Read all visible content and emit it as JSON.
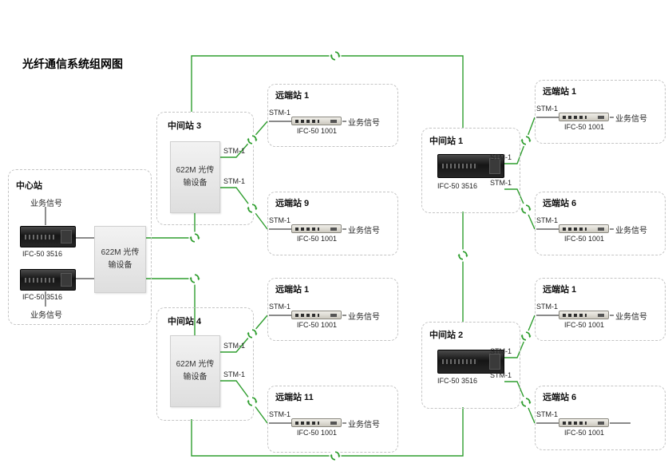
{
  "title": "光纤通信系统组网图",
  "colors": {
    "line_green": "#2f9e2f",
    "dash_border": "#c4c4c4"
  },
  "center": {
    "label": "中心站",
    "signal_top": "业务信号",
    "signal_bottom": "业务信号",
    "device1": "IFC-50 3516",
    "device2": "IFC-50 3516",
    "equipment": "622M 光传输设备"
  },
  "hubs": {
    "h3": {
      "label": "中间站 3",
      "equipment": "622M 光传输设备",
      "stm_top": "STM-1",
      "stm_bottom": "STM-1"
    },
    "h4": {
      "label": "中间站 4",
      "equipment": "622M 光传输设备",
      "stm_top": "STM-1",
      "stm_bottom": "STM-1"
    },
    "h1": {
      "label": "中间站 1",
      "device": "IFC-50 3516",
      "stm_top": "STM-1",
      "stm_bottom": "STM-1"
    },
    "h2": {
      "label": "中间站 2",
      "device": "IFC-50 3516",
      "stm_top": "STM-1",
      "stm_bottom": "STM-1"
    }
  },
  "remotes": [
    {
      "label": "远端站 1",
      "stm": "STM-1",
      "device": "IFC-50 1001",
      "signal": "业务信号"
    },
    {
      "label": "远端站 9",
      "stm": "STM-1",
      "device": "IFC-50 1001",
      "signal": "业务信号"
    },
    {
      "label": "远端站 1",
      "stm": "STM-1",
      "device": "IFC-50 1001",
      "signal": "业务信号"
    },
    {
      "label": "远端站 11",
      "stm": "STM-1",
      "device": "IFC-50 1001",
      "signal": "业务信号"
    },
    {
      "label": "远端站 1",
      "stm": "STM-1",
      "device": "IFC-50 1001",
      "signal": "业务信号"
    },
    {
      "label": "远端站 6",
      "stm": "STM-1",
      "device": "IFC-50 1001",
      "signal": "业务信号"
    },
    {
      "label": "远端站 1",
      "stm": "STM-1",
      "device": "IFC-50 1001",
      "signal": "业务信号"
    },
    {
      "label": "远端站 6",
      "stm": "STM-1",
      "device": "IFC-50 1001",
      "signal": ""
    }
  ]
}
